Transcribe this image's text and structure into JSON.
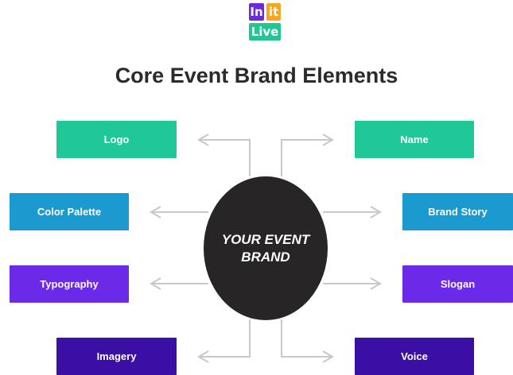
{
  "logo": {
    "word1": "In",
    "word2": "it",
    "word3": "Live"
  },
  "title": "Core Event Brand Elements",
  "center": {
    "label": "YOUR EVENT BRAND"
  },
  "elements": {
    "logo": "Logo",
    "name": "Name",
    "color_palette": "Color Palette",
    "brand_story": "Brand Story",
    "typography": "Typography",
    "slogan": "Slogan",
    "imagery": "Imagery",
    "voice": "Voice"
  },
  "colors": {
    "row1": "#21c897",
    "row2": "#1b9ad0",
    "row3": "#6a2ae8",
    "row4": "#3b0ea4",
    "center": "#272525",
    "connector": "#c8c8c8"
  }
}
